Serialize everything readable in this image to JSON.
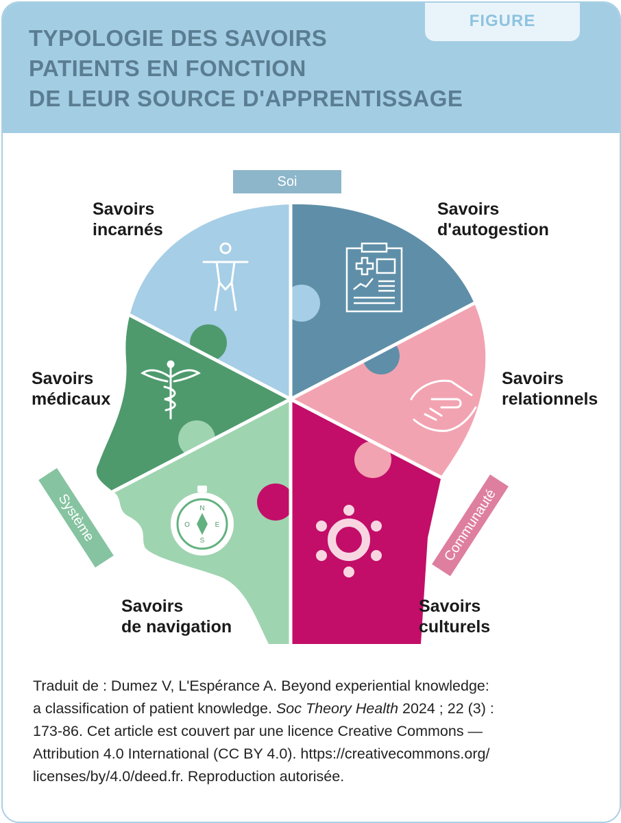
{
  "header": {
    "tag": "FIGURE",
    "title_lines": [
      "Typologie des savoirs",
      "patients en fonction",
      "de leur source d'apprentissage"
    ]
  },
  "diagram": {
    "tabs": {
      "top": "Soi",
      "left": "Système",
      "right": "Communauté"
    },
    "segments": [
      {
        "label_lines": [
          "Savoirs",
          "incarnés"
        ],
        "icon": "person-icon",
        "color": "#a6cee6"
      },
      {
        "label_lines": [
          "Savoirs",
          "d'autogestion"
        ],
        "icon": "clipboard-icon",
        "color": "#5f8fa8"
      },
      {
        "label_lines": [
          "Savoirs",
          "relationnels"
        ],
        "icon": "handshake-icon",
        "color": "#f2a3b1"
      },
      {
        "label_lines": [
          "Savoirs",
          "culturels"
        ],
        "icon": "community-icon",
        "color": "#c20e68"
      },
      {
        "label_lines": [
          "Savoirs",
          "de navigation"
        ],
        "icon": "compass-icon",
        "color": "#9fd4b0"
      },
      {
        "label_lines": [
          "Savoirs",
          "médicaux"
        ],
        "icon": "caduceus-icon",
        "color": "#4e9a6d"
      }
    ],
    "compass_letters": [
      "N",
      "E",
      "S",
      "O"
    ]
  },
  "credit": {
    "line1": "Traduit de : Dumez V, L'Espérance A. Beyond experiential knowledge:",
    "line2_a": "a classification of patient knowledge. ",
    "line2_journal": "Soc Theory Health",
    "line2_b": " 2024 ; 22 (3) :",
    "line3": "173-86. Cet article est couvert par une licence Creative Commons —",
    "line4": "Attribution 4.0 International (CC BY 4.0). https://creativecommons.org/",
    "line5": "licenses/by/4.0/deed.fr. Reproduction autorisée."
  }
}
